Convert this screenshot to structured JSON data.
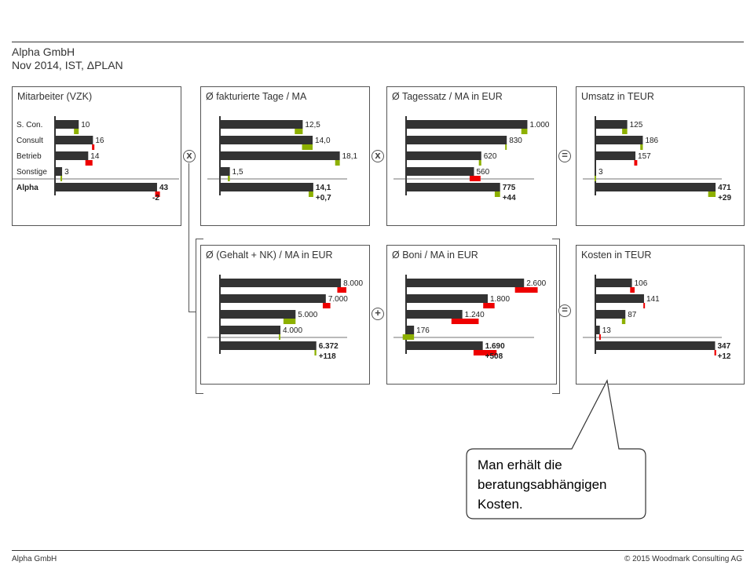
{
  "header": {
    "company": "Alpha GmbH",
    "subtitle": "Nov 2014, IST, ΔPLAN"
  },
  "footer": {
    "left": "Alpha GmbH",
    "right": "© 2015 Woodmark Consulting AG"
  },
  "callout": {
    "lines": [
      "Man erhält die",
      "beratungsabhängigen",
      "Kosten."
    ]
  },
  "operators": {
    "multiply": "x",
    "plus": "+",
    "equals": "="
  },
  "colors": {
    "bar": "#333333",
    "positive": "#8db000",
    "negative": "#ee0000"
  },
  "chart_data": [
    {
      "id": "mitarbeiter",
      "type": "bar",
      "title": "Mitarbeiter (VZK)",
      "categories": [
        "S. Con.",
        "Consult",
        "Betrieb",
        "Sonstige",
        "Alpha"
      ],
      "values": [
        10,
        16,
        14,
        3,
        43
      ],
      "value_labels": [
        "10",
        "16",
        "14",
        "3",
        "43"
      ],
      "delta": [
        2,
        -1,
        -3,
        0,
        -2
      ],
      "total_delta_label": "-2",
      "xmax": 45
    },
    {
      "id": "tage",
      "type": "bar",
      "title": "Ø fakturierte Tage / MA",
      "values": [
        12.5,
        14.0,
        18.1,
        1.5,
        14.1
      ],
      "value_labels": [
        "12,5",
        "14,0",
        "18,1",
        "1,5",
        "14,1"
      ],
      "delta": [
        1.2,
        1.6,
        0.7,
        0.3,
        0.7
      ],
      "total_delta_label": "+0,7",
      "xmax": 18.5
    },
    {
      "id": "tagessatz",
      "type": "bar",
      "title": "Ø Tagessatz / MA in EUR",
      "values": [
        1000,
        830,
        620,
        560,
        775
      ],
      "value_labels": [
        "1.000",
        "830",
        "620",
        "560",
        "775"
      ],
      "delta": [
        50,
        10,
        20,
        -90,
        44
      ],
      "total_delta_label": "+44",
      "xmax": 1010
    },
    {
      "id": "umsatz",
      "type": "bar",
      "title": "Umsatz in TEUR",
      "values": [
        125,
        186,
        157,
        3,
        471
      ],
      "value_labels": [
        "125",
        "186",
        "157",
        "3",
        "471"
      ],
      "delta": [
        20,
        10,
        -12,
        0,
        29
      ],
      "total_delta_label": "+29",
      "xmax": 480
    },
    {
      "id": "gehalt",
      "type": "bar",
      "title": "Ø (Gehalt + NK) / MA in EUR",
      "values": [
        8000,
        7000,
        5000,
        4000,
        6372
      ],
      "value_labels": [
        "8.000",
        "7.000",
        "5.000",
        "4.000",
        "6.372"
      ],
      "delta": [
        -600,
        -500,
        800,
        30,
        118
      ],
      "total_delta_label": "+118",
      "xmax": 8100
    },
    {
      "id": "boni",
      "type": "bar",
      "title": "Ø Boni / MA in EUR",
      "values": [
        2600,
        1800,
        1240,
        176,
        1690
      ],
      "value_labels": [
        "2.600",
        "1.800",
        "1.240",
        "176",
        "1.690"
      ],
      "delta": [
        -500,
        -250,
        -600,
        250,
        -508
      ],
      "total_delta_label": "+508",
      "xmax": 2700
    },
    {
      "id": "kosten",
      "type": "bar",
      "title": "Kosten in TEUR",
      "values": [
        106,
        141,
        87,
        13,
        347
      ],
      "value_labels": [
        "106",
        "141",
        "87",
        "13",
        "347"
      ],
      "delta": [
        -13,
        -3,
        10,
        -2,
        -5
      ],
      "total_delta_label": "+12",
      "xmax": 355
    }
  ]
}
